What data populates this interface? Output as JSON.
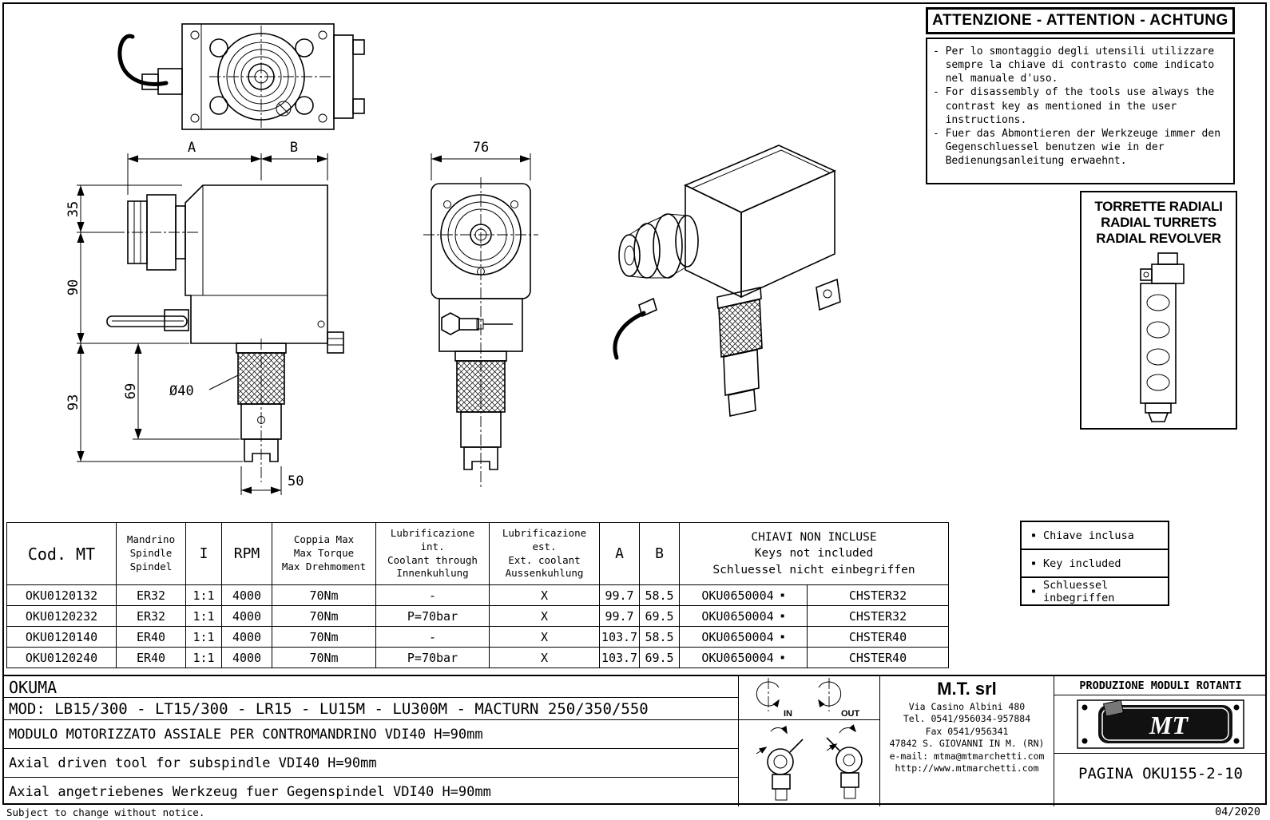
{
  "page": {
    "note": "Subject to change without notice.",
    "date": "04/2020"
  },
  "warning": {
    "title": "ATTENZIONE - ATTENTION - ACHTUNG",
    "items": [
      "- Per lo smontaggio degli utensili utilizzare sempre la chiave di contrasto come indicato nel manuale d'uso.",
      "- For disassembly of the tools use always the contrast key as mentioned in the user instructions.",
      "- Fuer das Abmontieren der Werkzeuge immer den Gegenschluessel benutzen wie in der Bedienungsanleitung erwaehnt."
    ]
  },
  "turret_panel": {
    "title_lines": [
      "TORRETTE RADIALI",
      "RADIAL TURRETS",
      "RADIAL REVOLVER"
    ]
  },
  "drawing": {
    "dim_a": "A",
    "dim_b": "B",
    "dim_76": "76",
    "dim_35": "35",
    "dim_90": "90",
    "dim_93": "93",
    "dim_69": "69",
    "dim_dia40": "Ø40",
    "dim_50": "50"
  },
  "table": {
    "headers": {
      "cod": "Cod. MT",
      "spindle": [
        "Mandrino",
        "Spindle",
        "Spindel"
      ],
      "ratio": "I",
      "rpm": "RPM",
      "torque": [
        "Coppia Max",
        "Max Torque",
        "Max Drehmoment"
      ],
      "lub_int": [
        "Lubrificazione int.",
        "Coolant through",
        "Innenkuhlung"
      ],
      "lub_ext": [
        "Lubrificazione est.",
        "Ext. coolant",
        "Aussenkuhlung"
      ],
      "a": "A",
      "b": "B",
      "keys": [
        "CHIAVI NON INCLUSE",
        "Keys not included",
        "Schluessel nicht einbegriffen"
      ]
    },
    "included_marker": "▪",
    "rows": [
      {
        "cod": "OKU0120132",
        "spindle": "ER32",
        "ratio": "1:1",
        "rpm": "4000",
        "torque": "70Nm",
        "lub_int": "-",
        "lub_ext": "X",
        "a": "99.7",
        "b": "58.5",
        "key_code": "OKU0650004",
        "key_type": "CHSTER32"
      },
      {
        "cod": "OKU0120232",
        "spindle": "ER32",
        "ratio": "1:1",
        "rpm": "4000",
        "torque": "70Nm",
        "lub_int": "P=70bar",
        "lub_ext": "X",
        "a": "99.7",
        "b": "69.5",
        "key_code": "OKU0650004",
        "key_type": "CHSTER32"
      },
      {
        "cod": "OKU0120140",
        "spindle": "ER40",
        "ratio": "1:1",
        "rpm": "4000",
        "torque": "70Nm",
        "lub_int": "-",
        "lub_ext": "X",
        "a": "103.7",
        "b": "58.5",
        "key_code": "OKU0650004",
        "key_type": "CHSTER40"
      },
      {
        "cod": "OKU0120240",
        "spindle": "ER40",
        "ratio": "1:1",
        "rpm": "4000",
        "torque": "70Nm",
        "lub_int": "P=70bar",
        "lub_ext": "X",
        "a": "103.7",
        "b": "69.5",
        "key_code": "OKU0650004",
        "key_type": "CHSTER40"
      }
    ]
  },
  "legend": {
    "marker": "▪",
    "items": [
      "Chiave inclusa",
      "Key included",
      "Schluessel inbegriffen"
    ]
  },
  "footer": {
    "brand": "OKUMA",
    "models": "MOD: LB15/300 - LT15/300 - LR15 - LU15M - LU300M - MACTURN 250/350/550",
    "descriptions": [
      "MODULO MOTORIZZATO ASSIALE PER CONTROMANDRINO VDI40 H=90mm",
      "Axial driven tool for subspindle VDI40 H=90mm",
      "Axial angetriebenes Werkzeug fuer Gegenspindel VDI40 H=90mm"
    ],
    "rotation": {
      "in_label": "IN",
      "out_label": "OUT"
    },
    "company": {
      "name": "M.T. srl",
      "address_lines": [
        "Via Casino Albini 480",
        "Tel. 0541/956034-957884",
        "Fax 0541/956341",
        "47842 S. GIOVANNI IN M. (RN)",
        "e-mail: mtma@mtmarchetti.com",
        "http://www.mtmarchetti.com"
      ]
    },
    "production_title": "PRODUZIONE MODULI ROTANTI",
    "logo_text": "MT",
    "page_ref": "PAGINA OKU155-2-10"
  }
}
